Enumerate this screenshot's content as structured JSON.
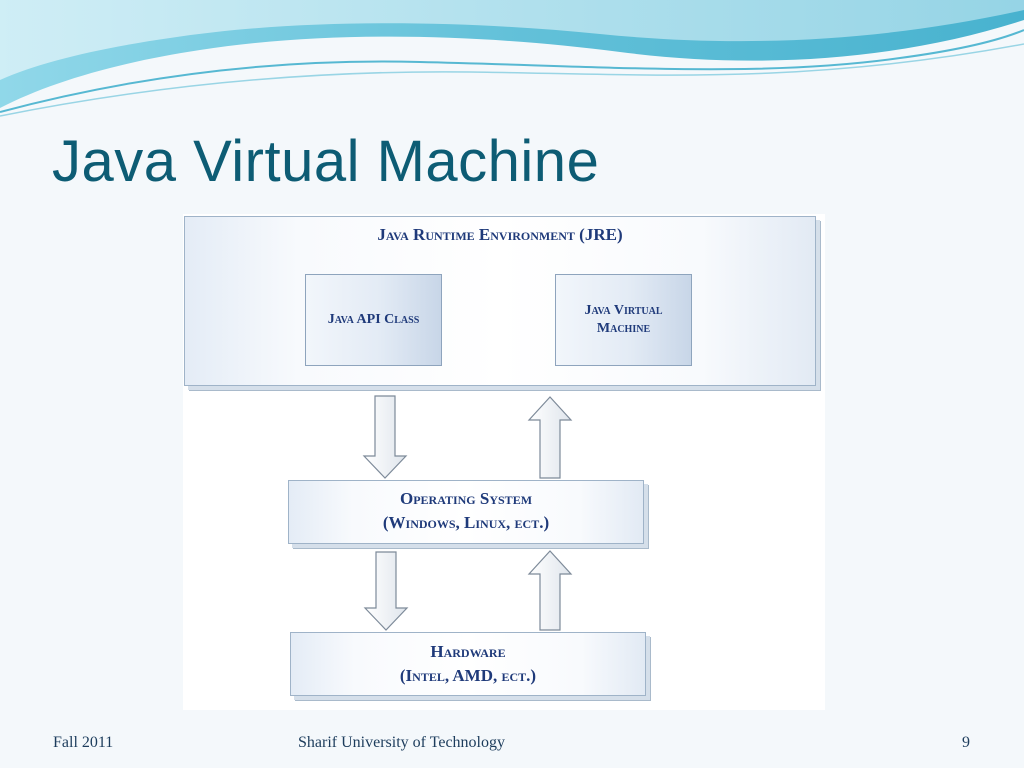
{
  "slide": {
    "title": "Java Virtual Machine",
    "footer": {
      "left": "Fall 2011",
      "center": "Sharif University of Technology",
      "page_number": "9"
    }
  },
  "diagram": {
    "jre": {
      "label": "Java Runtime Environment (JRE)",
      "components": [
        {
          "label": "Java API Class"
        },
        {
          "label_line1": "Java Virtual",
          "label_line2": "Machine"
        }
      ]
    },
    "os": {
      "label_line1": "Operating System",
      "label_line2": "(Windows, Linux, ect.)"
    },
    "hardware": {
      "label_line1": "Hardware",
      "label_line2": "(Intel, AMD, ect.)"
    }
  },
  "colors": {
    "title": "#0d5c74",
    "diagram_text": "#1f3a7a",
    "wave_primary": "#3fb3d0",
    "wave_light": "#a8dcea"
  }
}
